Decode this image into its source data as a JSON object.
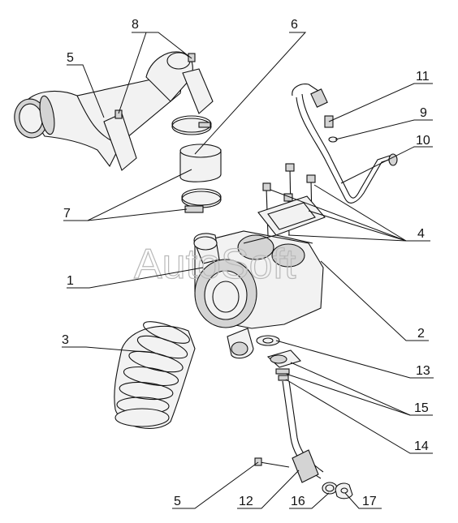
{
  "watermark": "AutoSoft",
  "callouts": {
    "c1": "1",
    "c2": "2",
    "c3": "3",
    "c4": "4",
    "c5a": "5",
    "c5b": "5",
    "c6": "6",
    "c7": "7",
    "c8": "8",
    "c9": "9",
    "c10": "10",
    "c11": "11",
    "c12": "12",
    "c13": "13",
    "c14": "14",
    "c15": "15",
    "c16": "16",
    "c17": "17"
  }
}
